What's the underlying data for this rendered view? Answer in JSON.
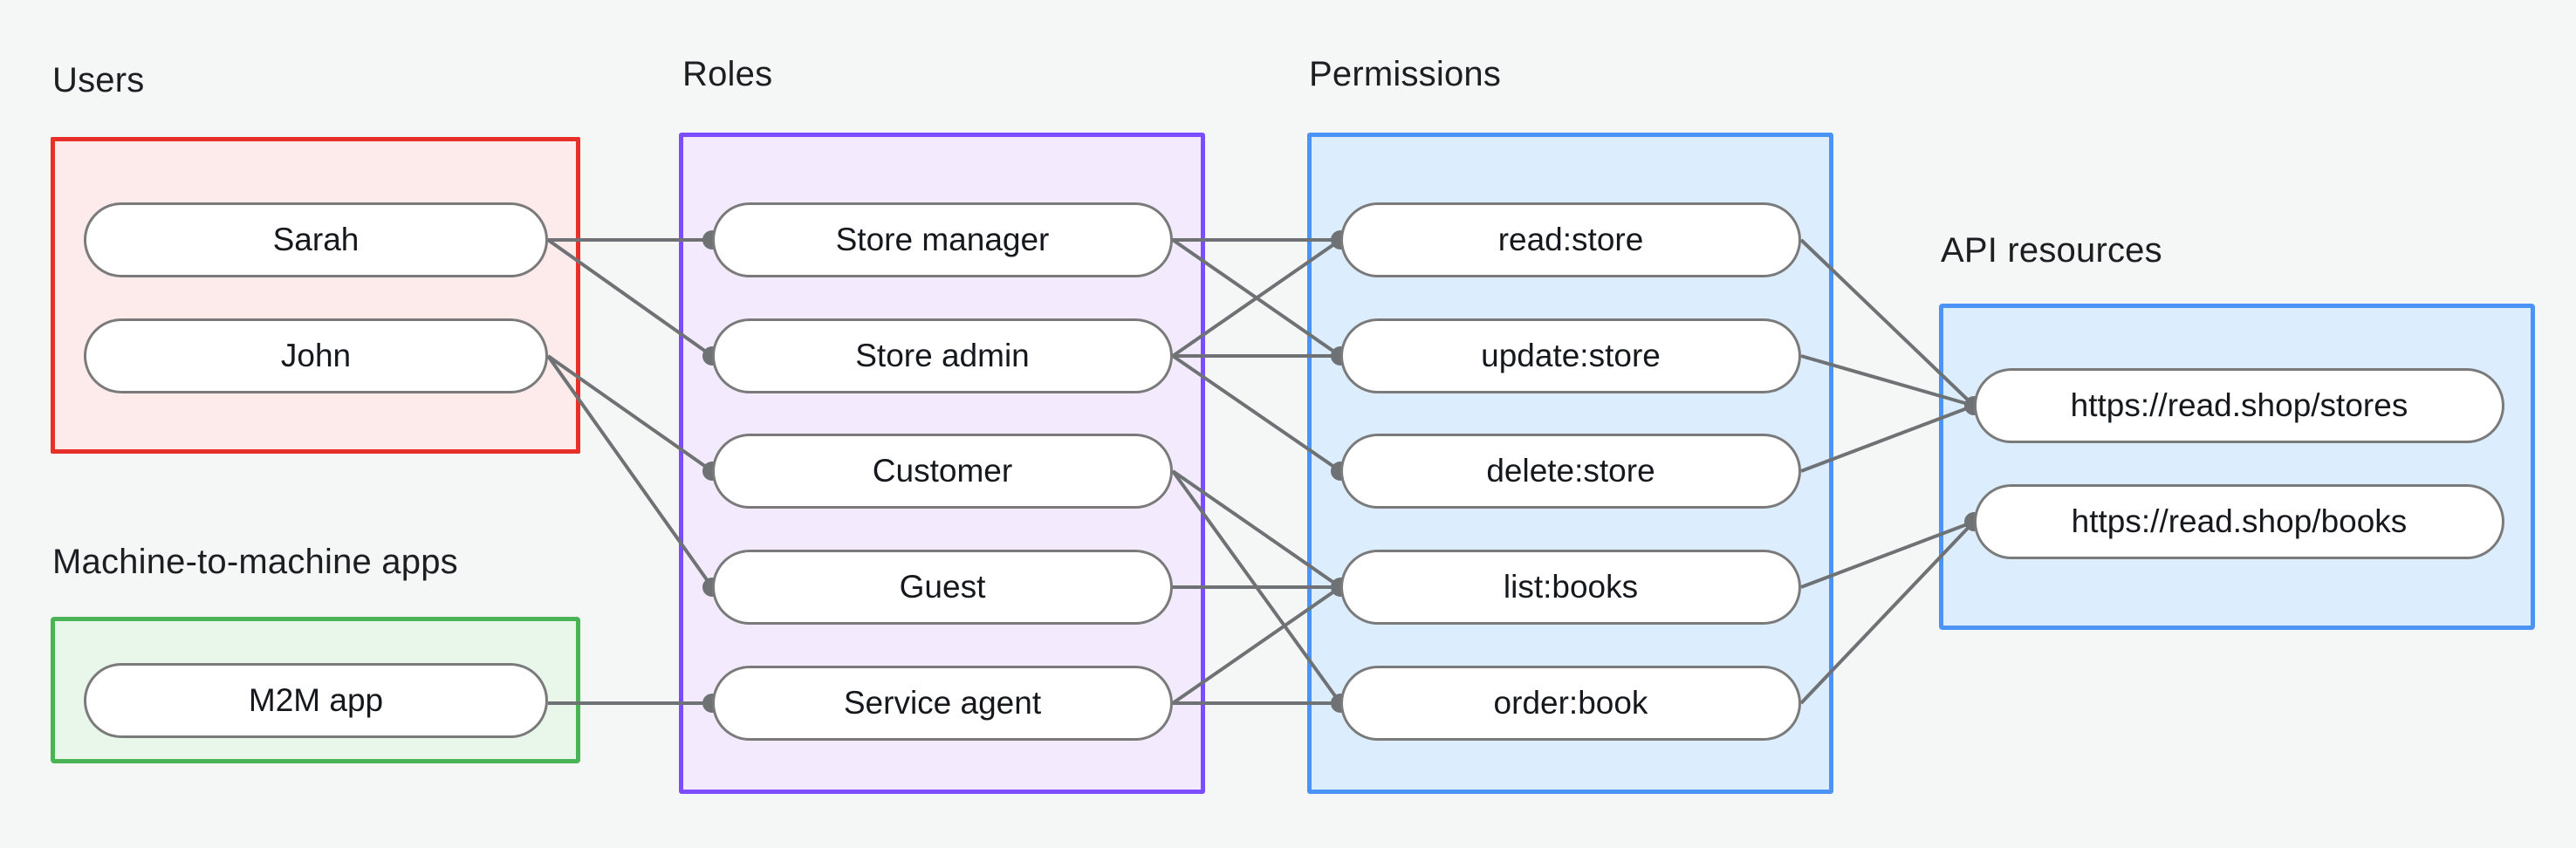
{
  "diagram": {
    "type": "diagram",
    "title": "",
    "background_color": "#f4f7f6",
    "groups": [
      {
        "id": "users",
        "label": "Users",
        "accent_color": "#e8302a",
        "fill_color": "#fdeaea",
        "nodes": [
          {
            "id": "sarah",
            "label": "Sarah"
          },
          {
            "id": "john",
            "label": "John"
          }
        ]
      },
      {
        "id": "m2m",
        "label": "Machine-to-machine apps",
        "accent_color": "#49b356",
        "fill_color": "#e9f7ea",
        "nodes": [
          {
            "id": "m2m-app",
            "label": "M2M app"
          }
        ]
      },
      {
        "id": "roles",
        "label": "Roles",
        "accent_color": "#7b4dff",
        "fill_color": "#f3ebfd",
        "nodes": [
          {
            "id": "store-manager",
            "label": "Store manager"
          },
          {
            "id": "store-admin",
            "label": "Store admin"
          },
          {
            "id": "customer",
            "label": "Customer"
          },
          {
            "id": "guest",
            "label": "Guest"
          },
          {
            "id": "service-agent",
            "label": "Service agent"
          }
        ]
      },
      {
        "id": "permissions",
        "label": "Permissions",
        "accent_color": "#4b94f5",
        "fill_color": "#dcedfd",
        "nodes": [
          {
            "id": "read-store",
            "label": "read:store"
          },
          {
            "id": "update-store",
            "label": "update:store"
          },
          {
            "id": "delete-store",
            "label": "delete:store"
          },
          {
            "id": "list-books",
            "label": "list:books"
          },
          {
            "id": "order-book",
            "label": "order:book"
          }
        ]
      },
      {
        "id": "api-resources",
        "label": "API resources",
        "accent_color": "#4b94f5",
        "fill_color": "#dcedfd",
        "nodes": [
          {
            "id": "api-stores",
            "label": "https://read.shop/stores"
          },
          {
            "id": "api-books",
            "label": "https://read.shop/books"
          }
        ]
      }
    ],
    "edges": [
      {
        "from": "sarah",
        "to": "store-manager"
      },
      {
        "from": "sarah",
        "to": "store-admin"
      },
      {
        "from": "john",
        "to": "customer"
      },
      {
        "from": "john",
        "to": "guest"
      },
      {
        "from": "m2m-app",
        "to": "service-agent"
      },
      {
        "from": "store-manager",
        "to": "read-store"
      },
      {
        "from": "store-manager",
        "to": "update-store"
      },
      {
        "from": "store-admin",
        "to": "read-store"
      },
      {
        "from": "store-admin",
        "to": "update-store"
      },
      {
        "from": "store-admin",
        "to": "delete-store"
      },
      {
        "from": "customer",
        "to": "list-books"
      },
      {
        "from": "customer",
        "to": "order-book"
      },
      {
        "from": "guest",
        "to": "list-books"
      },
      {
        "from": "service-agent",
        "to": "list-books"
      },
      {
        "from": "service-agent",
        "to": "order-book"
      },
      {
        "from": "read-store",
        "to": "api-stores"
      },
      {
        "from": "update-store",
        "to": "api-stores"
      },
      {
        "from": "delete-store",
        "to": "api-stores"
      },
      {
        "from": "list-books",
        "to": "api-books"
      },
      {
        "from": "order-book",
        "to": "api-books"
      }
    ],
    "edge_color": "#6f7274",
    "node_border_color": "#7a7a7a",
    "node_fill_color": "#ffffff"
  }
}
